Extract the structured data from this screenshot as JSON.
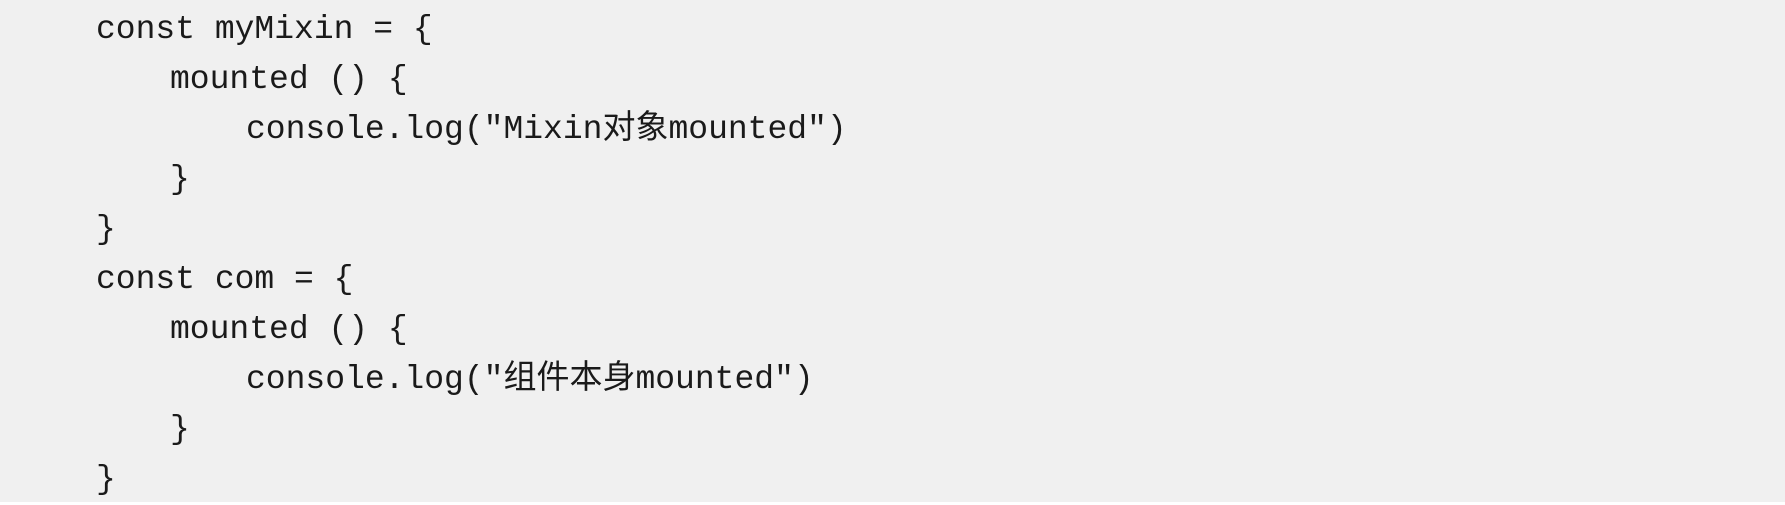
{
  "code": {
    "lines": [
      "const myMixin = {",
      "mounted () {",
      "console.log(\"Mixin对象mounted\")",
      "}",
      "}",
      "const com = {",
      "mounted () {",
      "console.log(\"组件本身mounted\")",
      "}",
      "}"
    ]
  }
}
